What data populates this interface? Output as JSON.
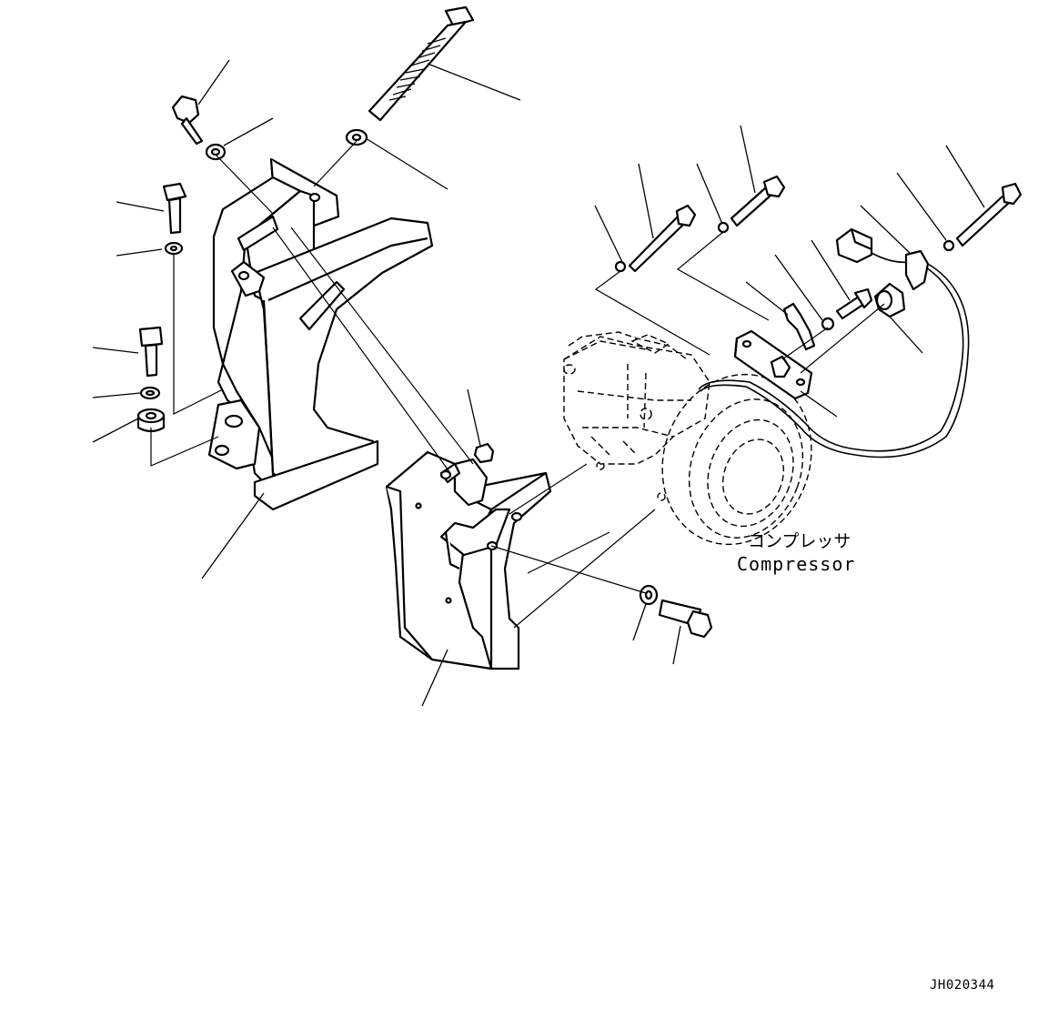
{
  "diagram": {
    "compressor_label_jp": "コンプレッサ",
    "compressor_label_en": "Compressor",
    "drawing_code": "JH020344"
  }
}
